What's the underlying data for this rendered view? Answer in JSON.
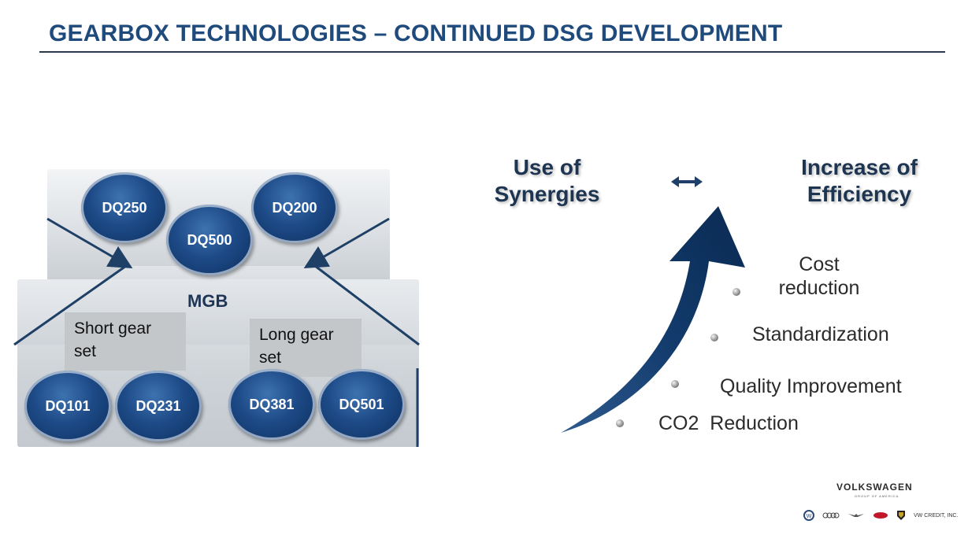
{
  "slide": {
    "title": "GEARBOX TECHNOLOGIES – CONTINUED DSG DEVELOPMENT"
  },
  "diagram": {
    "top_discs": [
      "DQ250",
      "DQ500",
      "DQ200"
    ],
    "center_label": "MGB",
    "short_gear_set": "Short gear set",
    "long_gear_set": "Long gear set",
    "bottom_discs": [
      "DQ101",
      "DQ231",
      "DQ381",
      "DQ501"
    ],
    "colors": {
      "disc": "#1d4a86",
      "title": "#1f4a7c"
    }
  },
  "efficiency": {
    "left_heading": "Use of Synergies",
    "right_heading": "Increase of Efficiency",
    "bullets": [
      "Cost reduction",
      "Standardization",
      "Quality Improvement",
      "CO2  Reduction"
    ]
  },
  "branding": {
    "company": "VOLKSWAGEN",
    "subtitle": "GROUP OF AMERICA",
    "logos": [
      "vw-logo-icon",
      "audi-logo-icon",
      "bentley-logo-icon",
      "bugatti-logo-icon",
      "lamborghini-logo-icon",
      "vw-credit-logo-icon"
    ],
    "credit_label": "VW CREDIT, INC."
  }
}
